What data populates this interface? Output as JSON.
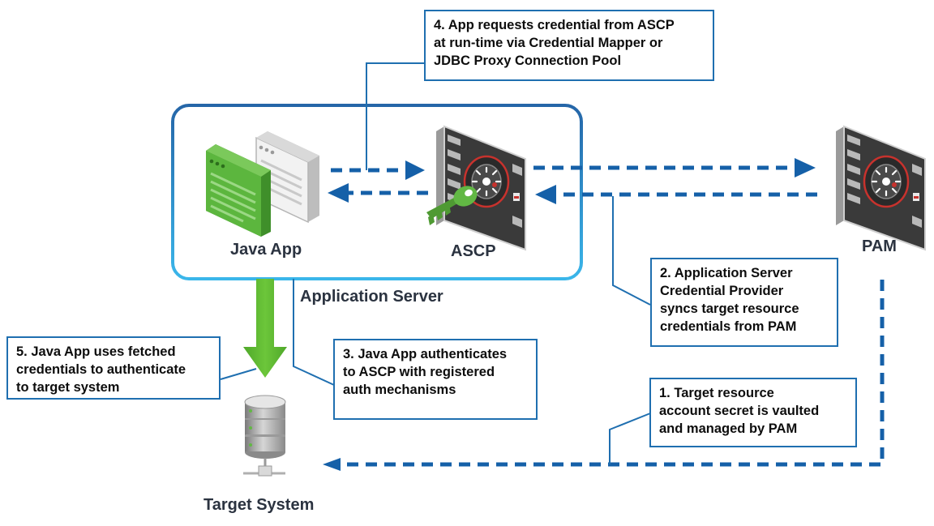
{
  "labels": {
    "java_app": "Java App",
    "ascp": "ASCP",
    "pam": "PAM",
    "application_server": "Application Server",
    "target_system": "Target System"
  },
  "callouts": {
    "step4": [
      "4. App requests credential from ASCP",
      "at run-time via Credential Mapper or",
      "JDBC Proxy Connection Pool"
    ],
    "step2": [
      "2. Application Server",
      "Credential Provider",
      "syncs target resource",
      "credentials from PAM"
    ],
    "step3": [
      "3. Java App authenticates",
      "to ASCP with registered",
      "auth mechanisms"
    ],
    "step5": [
      "5. Java App uses fetched",
      "credentials to authenticate",
      "to target system"
    ],
    "step1": [
      "1. Target resource",
      "account secret is vaulted",
      "and managed by PAM"
    ]
  },
  "colors": {
    "flow_blue": "#1560a8",
    "callout_border": "#1f6fb0",
    "server_box_top": "#2566a8",
    "server_box_bottom": "#3ab6ea",
    "green_arrow": "#5cb82d",
    "java_window": "#5cb63e",
    "key": "#62b844",
    "vault_red": "#c8322d"
  }
}
